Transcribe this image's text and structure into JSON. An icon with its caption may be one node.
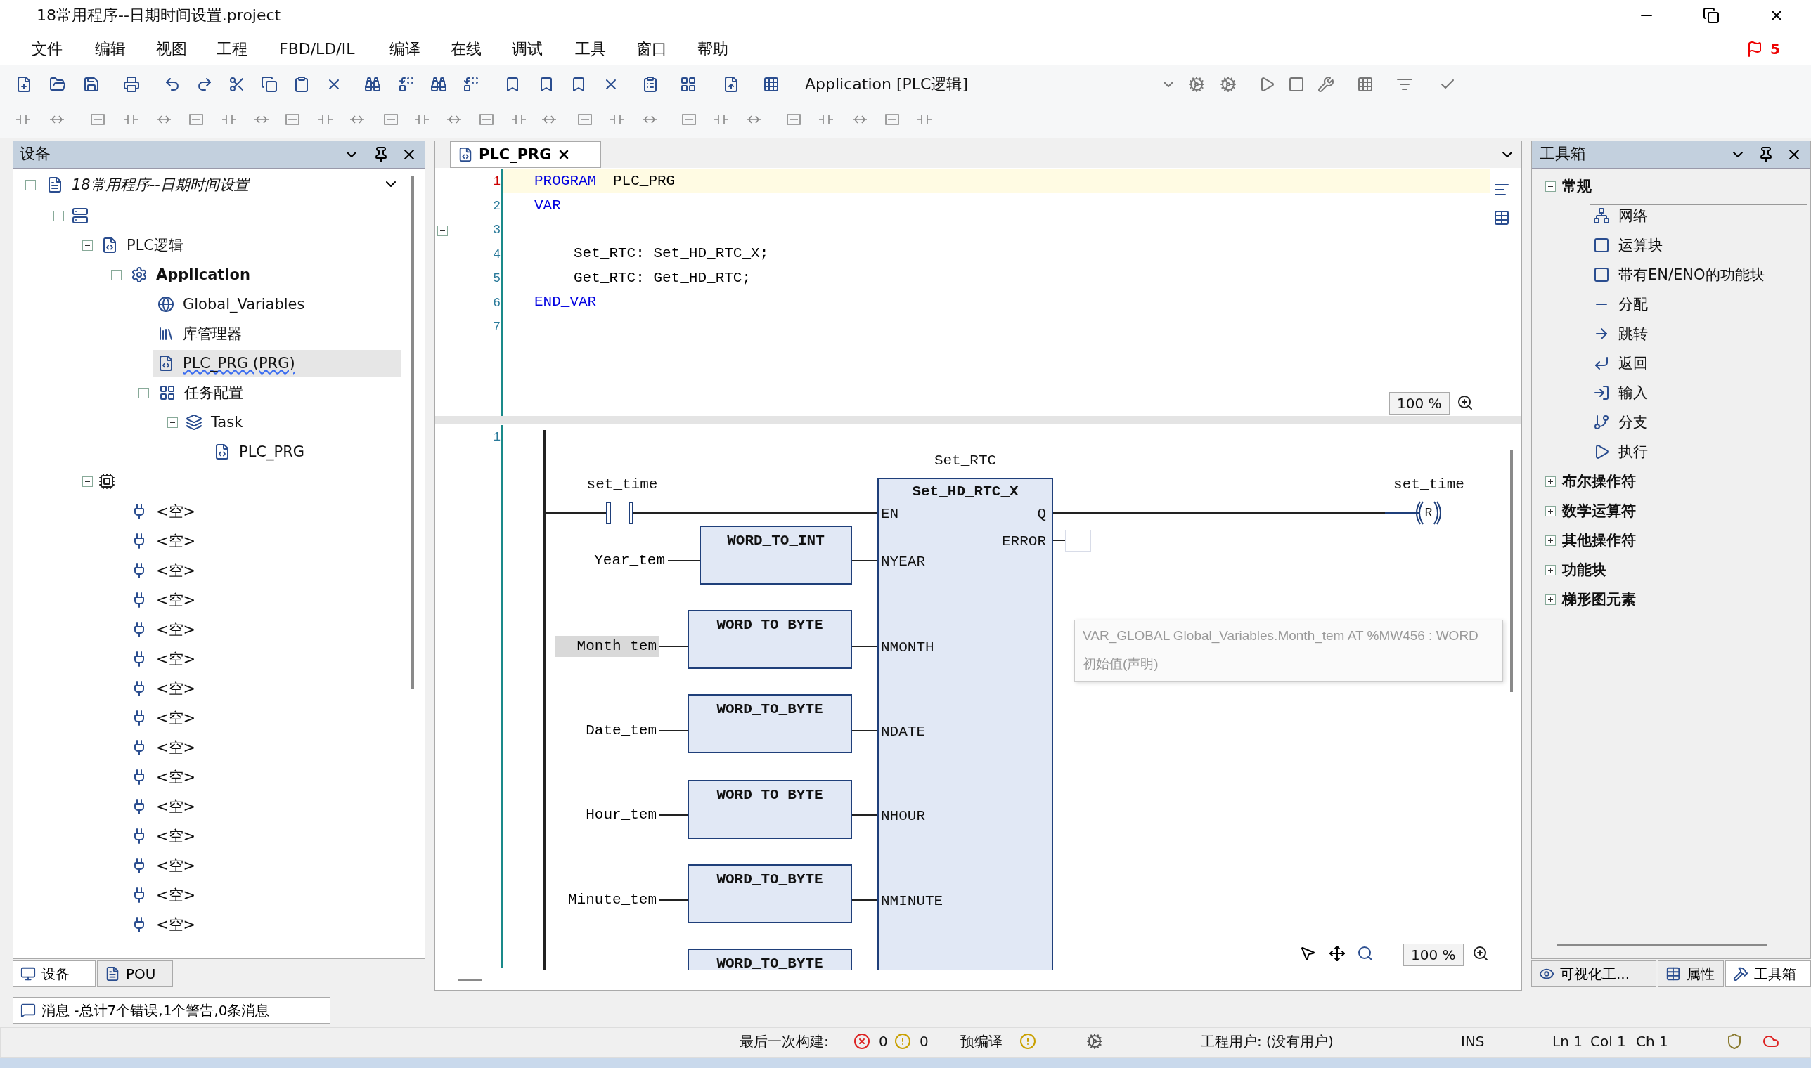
{
  "diagram": {
    "nodes": [
      {
        "text": [],
        "shape": "bar"
      },
      {
        "text": [
          "set_time"
        ]
      },
      {
        "text": [
          "Set_RTC",
          "Set_HD_RTC_X",
          "EN",
          "Q",
          "ERROR",
          "NYEAR",
          "NMONTH",
          "NDATE",
          "NHOUR",
          "NMINUTE"
        ]
      },
      {
        "text": [
          "set_time",
          "R"
        ]
      },
      {
        "text": [],
        "shape": "box"
      },
      {
        "text": [
          "Year_tem"
        ]
      },
      {
        "text": [
          "WORD_TO_INT"
        ]
      },
      {
        "text": [
          "Month_tem"
        ]
      },
      {
        "text": [
          "WORD_TO_BYTE"
        ]
      },
      {
        "text": [
          "Date_tem"
        ]
      },
      {
        "text": [
          "WORD_TO_BYTE"
        ]
      },
      {
        "text": [
          "Hour_tem"
        ]
      },
      {
        "text": [
          "WORD_TO_BYTE"
        ]
      },
      {
        "text": [
          "Minute_tem"
        ]
      },
      {
        "text": [
          "WORD_TO_BYTE"
        ]
      },
      {
        "text": [
          "WORD_TO_BYTE"
        ]
      }
    ],
    "edges": [
      {
        "from": 0,
        "to": 1,
        "arrow": "none"
      },
      {
        "from": 1,
        "to": 2,
        "arrow": "none"
      },
      {
        "from": 2,
        "to": 3,
        "arrow": "none"
      },
      {
        "from": 2,
        "to": 4,
        "arrow": "none"
      },
      {
        "from": 5,
        "to": 6,
        "arrow": "none"
      },
      {
        "from": 6,
        "to": 2,
        "arrow": "none"
      },
      {
        "from": 7,
        "to": 8,
        "arrow": "none"
      },
      {
        "from": 8,
        "to": 2,
        "arrow": "none"
      },
      {
        "from": 9,
        "to": 10,
        "arrow": "none"
      },
      {
        "from": 10,
        "to": 2,
        "arrow": "none"
      },
      {
        "from": 11,
        "to": 12,
        "arrow": "none"
      },
      {
        "from": 12,
        "to": 2,
        "arrow": "none"
      },
      {
        "from": 13,
        "to": 14,
        "arrow": "none"
      },
      {
        "from": 14,
        "to": 2,
        "arrow": "none"
      }
    ],
    "labels": [
      "18常用程序--日期时间设置.project",
      "文件",
      "编辑",
      "视图",
      "工程",
      "FBD/LD/IL",
      "编译",
      "在线",
      "调试",
      "工具",
      "窗口",
      "帮助",
      "5",
      "Application [PLC逻辑]",
      "设备",
      "18常用程序--日期时间设置",
      "PLC逻辑",
      "Application",
      "Global_Variables",
      "库管理器",
      "PLC_PRG (PRG)",
      "任务配置",
      "Task",
      "PLC_PRG",
      "<空>",
      "<空>",
      "<空>",
      "<空>",
      "<空>",
      "<空>",
      "<空>",
      "<空>",
      "<空>",
      "<空>",
      "<空>",
      "<空>",
      "<空>",
      "<空>",
      "<空>",
      "PLC_PRG",
      "1",
      "2",
      "3",
      "4",
      "5",
      "6",
      "7",
      "PROGRAM",
      "PLC_PRG",
      "VAR",
      "Set_RTC: Set_HD_RTC_X;",
      "Get_RTC: Get_HD_RTC;",
      "END_VAR",
      "100 %",
      "1",
      "VAR_GLOBAL Global_Variables.Month_tem AT %MW456 : WORD",
      "初始值(声明)",
      "100 %",
      "工具箱",
      "常规",
      "网络",
      "运算块",
      "带有EN/ENO的功能块",
      "分配",
      "跳转",
      "返回",
      "输入",
      "分支",
      "执行",
      "布尔操作符",
      "数学运算符",
      "其他操作符",
      "功能块",
      "梯形图元素",
      "设备",
      "POU",
      "可视化工...",
      "属性",
      "工具箱",
      "消息 -总计7个错误,1个警告,0条消息",
      "最后一次构建:",
      "0",
      "0",
      "预编译",
      "工程用户: (没有用户)",
      "INS",
      "Ln 1",
      "Col 1",
      "Ch 1"
    ]
  }
}
